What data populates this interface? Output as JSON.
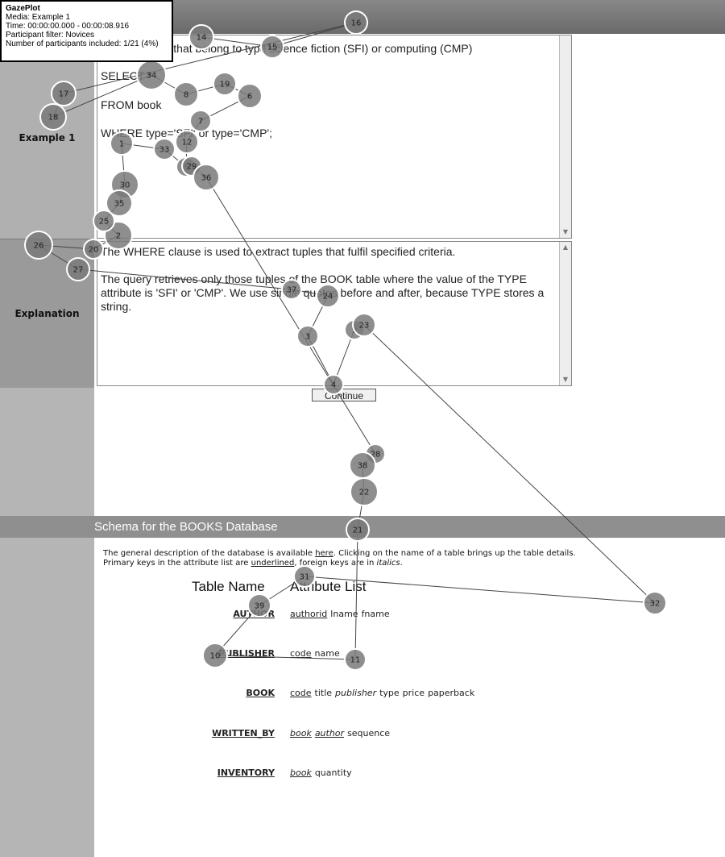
{
  "info_panel": {
    "title": "GazePlot",
    "lines": [
      "Media: Example 1",
      "Time: 00:00:00.000 - 00:00:08.916",
      "Participant filter: Novices",
      "Number of participants included: 1/21 (4%)"
    ]
  },
  "sidebar": {
    "example_label": "Example 1",
    "explanation_label": "Explanation"
  },
  "query_box": {
    "line1": "Find all books that belong to type science fiction (SFI) or computing (CMP)",
    "line2": "SELECT *",
    "line3": "FROM book",
    "line4": "WHERE type='SFI' or type='CMP';"
  },
  "explanation_box": {
    "para1": "The WHERE clause is used to extract tuples that fulfil specified criteria.",
    "para2": "The query retrieves only those tuples of the BOOK table where the value of the TYPE attribute is 'SFI' or 'CMP'. We use single quotes before and after, because TYPE stores a string."
  },
  "continue_button": "Continue",
  "schema": {
    "title": "Schema for the BOOKS Database",
    "desc1_pre": "The general description of the database is available ",
    "desc1_link": "here",
    "desc1_post": ". Clicking on the name of a table brings up the table details.",
    "desc2_pre": "Primary keys in the attribute list are ",
    "desc2_u": "underlined",
    "desc2_mid": ", foreign keys are in ",
    "desc2_i": "italics",
    "desc2_post": ".",
    "col_table": "Table Name",
    "col_attr": "Attribute List",
    "tables": [
      {
        "name": "AUTHOR",
        "attrs": [
          {
            "t": "authorid",
            "s": "u"
          },
          {
            "t": "lname",
            "s": ""
          },
          {
            "t": "fname",
            "s": ""
          }
        ]
      },
      {
        "name": "PUBLISHER",
        "attrs": [
          {
            "t": "code",
            "s": "u"
          },
          {
            "t": "name",
            "s": ""
          }
        ]
      },
      {
        "name": "BOOK",
        "attrs": [
          {
            "t": "code",
            "s": "u"
          },
          {
            "t": "title",
            "s": ""
          },
          {
            "t": "publisher",
            "s": "i"
          },
          {
            "t": "type",
            "s": ""
          },
          {
            "t": "price",
            "s": ""
          },
          {
            "t": "paperback",
            "s": ""
          }
        ]
      },
      {
        "name": "WRITTEN_BY",
        "attrs": [
          {
            "t": "book",
            "s": "ui"
          },
          {
            "t": "author",
            "s": "ui"
          },
          {
            "t": "sequence",
            "s": ""
          }
        ]
      },
      {
        "name": "INVENTORY",
        "attrs": [
          {
            "t": "book",
            "s": "ui"
          },
          {
            "t": "quantity",
            "s": ""
          }
        ]
      }
    ]
  },
  "gaze": {
    "color": "#7a7a7a",
    "fixations": [
      {
        "n": "1"
      },
      {
        "n": "2"
      },
      {
        "n": "3"
      },
      {
        "n": "4"
      },
      {
        "n": "5"
      },
      {
        "n": "6"
      },
      {
        "n": "7"
      },
      {
        "n": "8"
      },
      {
        "n": "9"
      },
      {
        "n": "10"
      },
      {
        "n": "11"
      },
      {
        "n": "12"
      },
      {
        "n": "14"
      },
      {
        "n": "15"
      },
      {
        "n": "16"
      },
      {
        "n": "17"
      },
      {
        "n": "18"
      },
      {
        "n": "19"
      },
      {
        "n": "20"
      },
      {
        "n": "21"
      },
      {
        "n": "22"
      },
      {
        "n": "23"
      },
      {
        "n": "24"
      },
      {
        "n": "25"
      },
      {
        "n": "26"
      },
      {
        "n": "27"
      },
      {
        "n": "28"
      },
      {
        "n": "29"
      },
      {
        "n": "30"
      },
      {
        "n": "31"
      },
      {
        "n": "32"
      },
      {
        "n": "33"
      },
      {
        "n": "34"
      },
      {
        "n": "35"
      },
      {
        "n": "36"
      },
      {
        "n": "37"
      },
      {
        "n": "38"
      },
      {
        "n": "39"
      }
    ]
  }
}
